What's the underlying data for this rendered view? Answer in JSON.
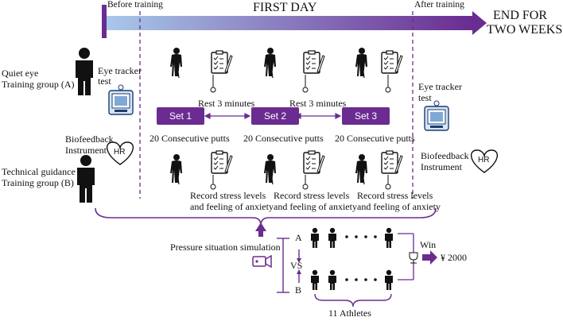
{
  "timeline": {
    "before_training": "Before training",
    "first_day": "FIRST DAY",
    "after_training": "After training",
    "end_line1": "END FOR",
    "end_line2": "TWO WEEKS"
  },
  "group_a": {
    "line1": "Quiet eye",
    "line2": "Training group (A)"
  },
  "group_b": {
    "line1": "Technical guidance",
    "line2": "Training group (B)"
  },
  "eye_tracker_left": {
    "line1": "Eye tracker",
    "line2": "test"
  },
  "eye_tracker_right": {
    "line1": "Eye tracker",
    "line2": "test"
  },
  "biofeedback_left": {
    "line1": "Biofeedback",
    "line2": "Instrument"
  },
  "biofeedback_right": {
    "line1": "Biofeedback",
    "line2": "Instrument"
  },
  "hr_label": "HR",
  "sets": [
    "Set 1",
    "Set 2",
    "Set 3"
  ],
  "rest_label": "Rest 3 minutes",
  "putts_label": "20 Consecutive putts",
  "record_line1": "Record stress levels",
  "record_line2": "and feeling of anxiety",
  "pressure": {
    "label": "Pressure situation simulation",
    "team_a": "A",
    "team_b": "B",
    "vs": "VS",
    "win": "Win",
    "prize": "¥   2000",
    "athletes": "11 Athletes"
  },
  "colors": {
    "accent": "#6a2c91",
    "timeline_start": "#a8c8ea"
  }
}
